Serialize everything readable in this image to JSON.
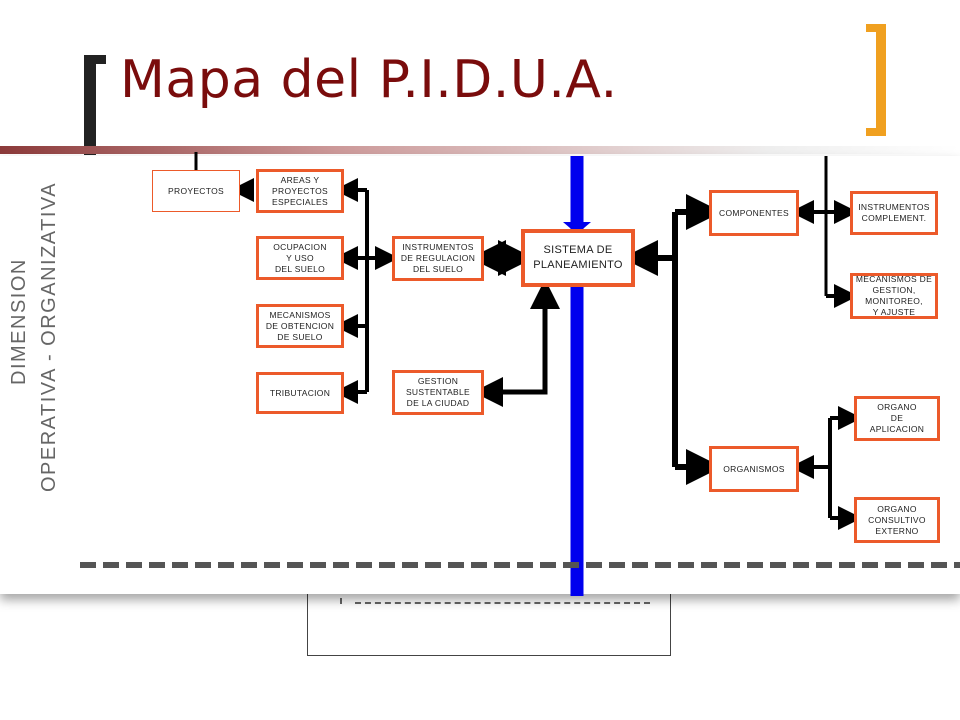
{
  "slide": {
    "title": "Mapa del P.I.D.U.A."
  },
  "side_labels": [
    "DIMENSION",
    "OPERATIVA - ORGANIZATIVA"
  ],
  "nodes": {
    "proyectos": "PROYECTOS",
    "areas": "AREAS Y\nPROYECTOS\nESPECIALES",
    "ocupacion": "OCUPACION\nY USO\nDEL SUELO",
    "mecanismos_obtencion": "MECANISMOS\nDE OBTENCION\nDE SUELO",
    "tributacion": "TRIBUTACION",
    "instrumentos_regulacion": "INSTRUMENTOS\nDE REGULACION\nDEL SUELO",
    "gestion_sustentable": "GESTION\nSUSTENTABLE\nDE LA CIUDAD",
    "sistema": "SISTEMA DE\nPLANEAMIENTO",
    "componentes": "COMPONENTES",
    "organismos": "ORGANISMOS",
    "instrumentos_complement": "INSTRUMENTOS\nCOMPLEMENT.",
    "mecanismos_gestion": "MECANISMOS DE\nGESTION,\nMONITOREO,\nY AJUSTE",
    "organo_aplicacion": "ORGANO\nDE\nAPLICACION",
    "organo_consultivo": "ORGANO\nCONSULTIVO\nEXTERNO"
  },
  "colors": {
    "title": "#7a0c0c",
    "box_border": "#ec5a2a",
    "axis": "#0000ee",
    "connector": "#000000",
    "bracket_left": "#222222",
    "bracket_right": "#f0a020"
  }
}
